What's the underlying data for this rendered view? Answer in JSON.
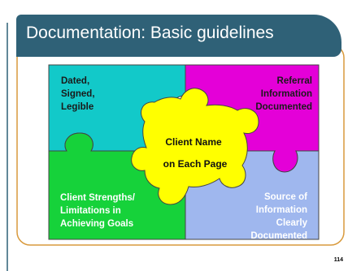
{
  "slide": {
    "title": "Documentation: Basic guidelines",
    "page_number": "114"
  },
  "puzzle": {
    "top_left": "Dated,\nSigned,\nLegible",
    "top_right": "Referral\nInformation\nDocumented",
    "center_line1": "Client Name",
    "center_line2": "on Each Page",
    "bottom_left": "Client Strengths/\nLimitations in\nAchieving Goals",
    "bottom_right": "Source of\nInformation\nClearly\nDocumented"
  },
  "colors": {
    "title_bar": "#2f6177",
    "frame_border": "#d99a3d",
    "top_left_piece": "#12c9c9",
    "top_right_piece": "#e400d8",
    "bottom_left_piece": "#16d23a",
    "bottom_right_piece": "#9fb7ee",
    "center_piece": "#ffff00"
  }
}
